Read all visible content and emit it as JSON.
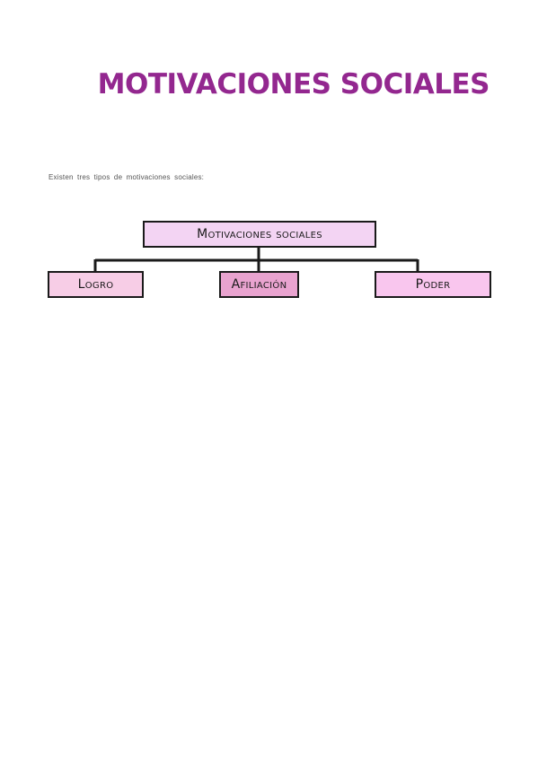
{
  "title": "MOTIVACIONES SOCIALES",
  "intro": "Existen tres tipos de motivaciones sociales:",
  "diagram": {
    "root": {
      "label": "Motivaciones sociales",
      "color": "#f3d4f3"
    },
    "children": [
      {
        "label": "Logro",
        "color": "#f7cde6"
      },
      {
        "label": "Afiliación",
        "color": "#e9a3cf"
      },
      {
        "label": "Poder",
        "color": "#f9c6ee"
      }
    ]
  }
}
